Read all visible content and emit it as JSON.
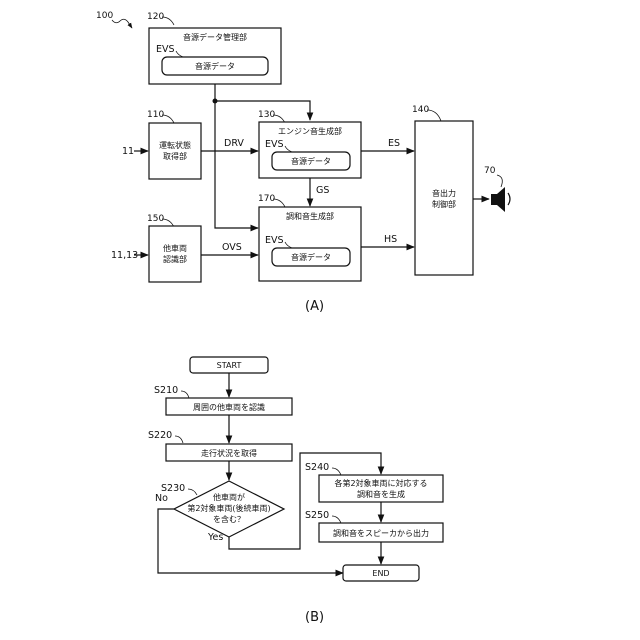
{
  "diagram_a": {
    "system_ref": "100",
    "caption": "(A)",
    "evs_label": "EVS",
    "sound_data_label": "音源データ",
    "blocks": {
      "manager": {
        "ref": "120",
        "title": "音源データ管理部"
      },
      "driving_state": {
        "ref": "110",
        "line1": "運転状態",
        "line2": "取得部"
      },
      "engine_sound": {
        "ref": "130",
        "title": "エンジン音生成部"
      },
      "harmony_sound": {
        "ref": "170",
        "title": "調和音生成部"
      },
      "other_vehicle": {
        "ref": "150",
        "line1": "他車両",
        "line2": "認識部"
      },
      "sound_output": {
        "ref": "140",
        "line1": "音出力",
        "line2": "制御部"
      },
      "speaker": {
        "ref": "70"
      }
    },
    "inputs": {
      "driving": "11",
      "recognition": "11,13"
    },
    "signals": {
      "drv": "DRV",
      "es": "ES",
      "gs": "GS",
      "ovs": "OVS",
      "hs": "HS"
    }
  },
  "diagram_b": {
    "caption": "(B)",
    "start": "START",
    "end": "END",
    "steps": {
      "s210": {
        "ref": "S210",
        "text": "周囲の他車両を認識"
      },
      "s220": {
        "ref": "S220",
        "text": "走行状況を取得"
      },
      "s230": {
        "ref": "S230",
        "line1": "他車両が",
        "line2": "第2対象車両(後続車両)",
        "line3": "を含む？"
      },
      "s240": {
        "ref": "S240",
        "line1": "各第2対象車両に対応する",
        "line2": "調和音を生成"
      },
      "s250": {
        "ref": "S250",
        "text": "調和音をスピーカから出力"
      }
    },
    "branch_no": "No",
    "branch_yes": "Yes"
  }
}
